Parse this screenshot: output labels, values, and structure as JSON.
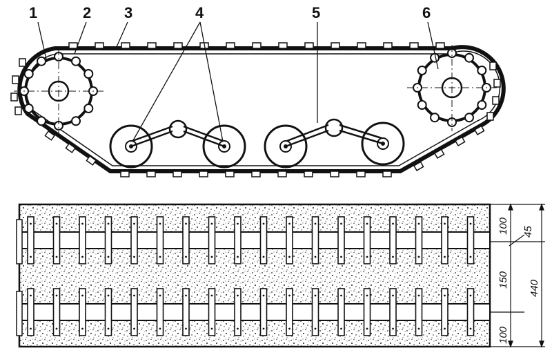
{
  "callouts": [
    {
      "id": "c1",
      "text": "1"
    },
    {
      "id": "c2",
      "text": "2"
    },
    {
      "id": "c3",
      "text": "3"
    },
    {
      "id": "c4",
      "text": "4"
    },
    {
      "id": "c5",
      "text": "5"
    },
    {
      "id": "c6",
      "text": "6"
    }
  ],
  "dimensions": {
    "top_rim": "100",
    "top_offset": "45",
    "gap": "150",
    "bottom_rim": "100",
    "total": "440"
  },
  "colors": {
    "ink": "#111111",
    "paper": "#ffffff"
  }
}
